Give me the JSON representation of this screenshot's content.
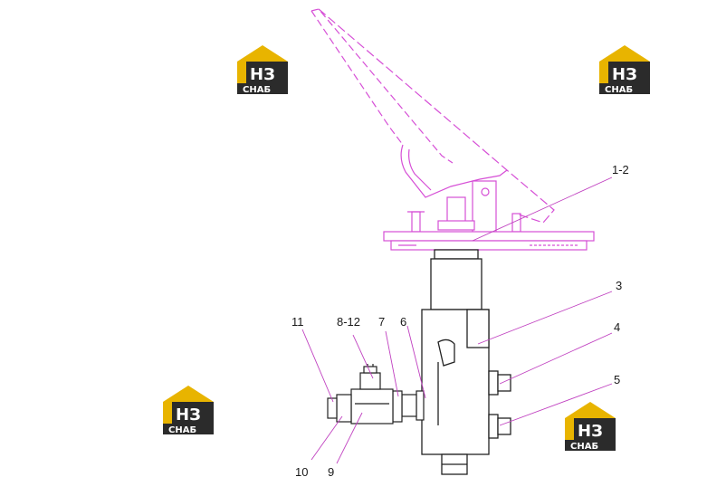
{
  "diagram": {
    "callouts": {
      "c1_2": "1-2",
      "c3": "3",
      "c4": "4",
      "c5": "5",
      "c6": "6",
      "c7": "7",
      "c8_12": "8-12",
      "c9": "9",
      "c10": "10",
      "c11": "11"
    },
    "colors": {
      "pedal_outline": "#d64fd6",
      "body_outline": "#222222",
      "leader": "#c040c0"
    }
  },
  "watermarks": {
    "logo_text_top": "НЗ",
    "logo_text_bottom": "СНАБ",
    "colors": {
      "gold": "#e8b400",
      "dark": "#2b2b2b",
      "white": "#ffffff"
    }
  }
}
